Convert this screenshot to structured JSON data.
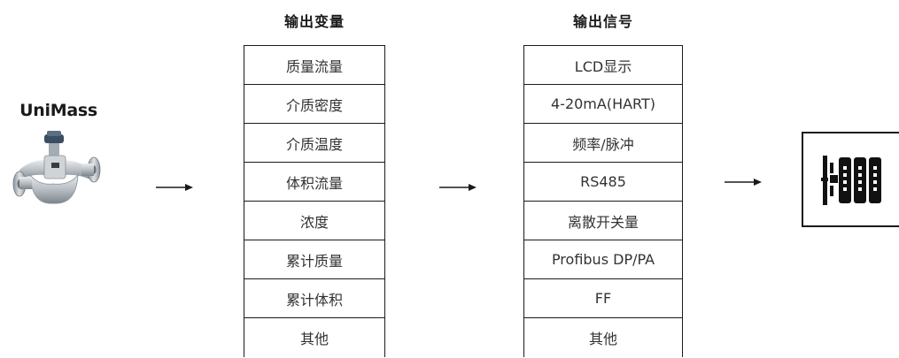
{
  "product": {
    "name": "UniMass"
  },
  "variables": {
    "title": "输出变量",
    "items": [
      "质量流量",
      "介质密度",
      "介质温度",
      "体积流量",
      "浓度",
      "累计质量",
      "累计体积",
      "其他"
    ]
  },
  "signals": {
    "title": "输出信号",
    "items": [
      "LCD显示",
      "4-20mA(HART)",
      "频率/脉冲",
      "RS485",
      "离散开关量",
      "Profibus DP/PA",
      "FF",
      "其他"
    ]
  },
  "icons": {
    "product": "coriolis-flowmeter-icon",
    "arrow": "right-arrow-icon",
    "device": "control-system-icon"
  }
}
